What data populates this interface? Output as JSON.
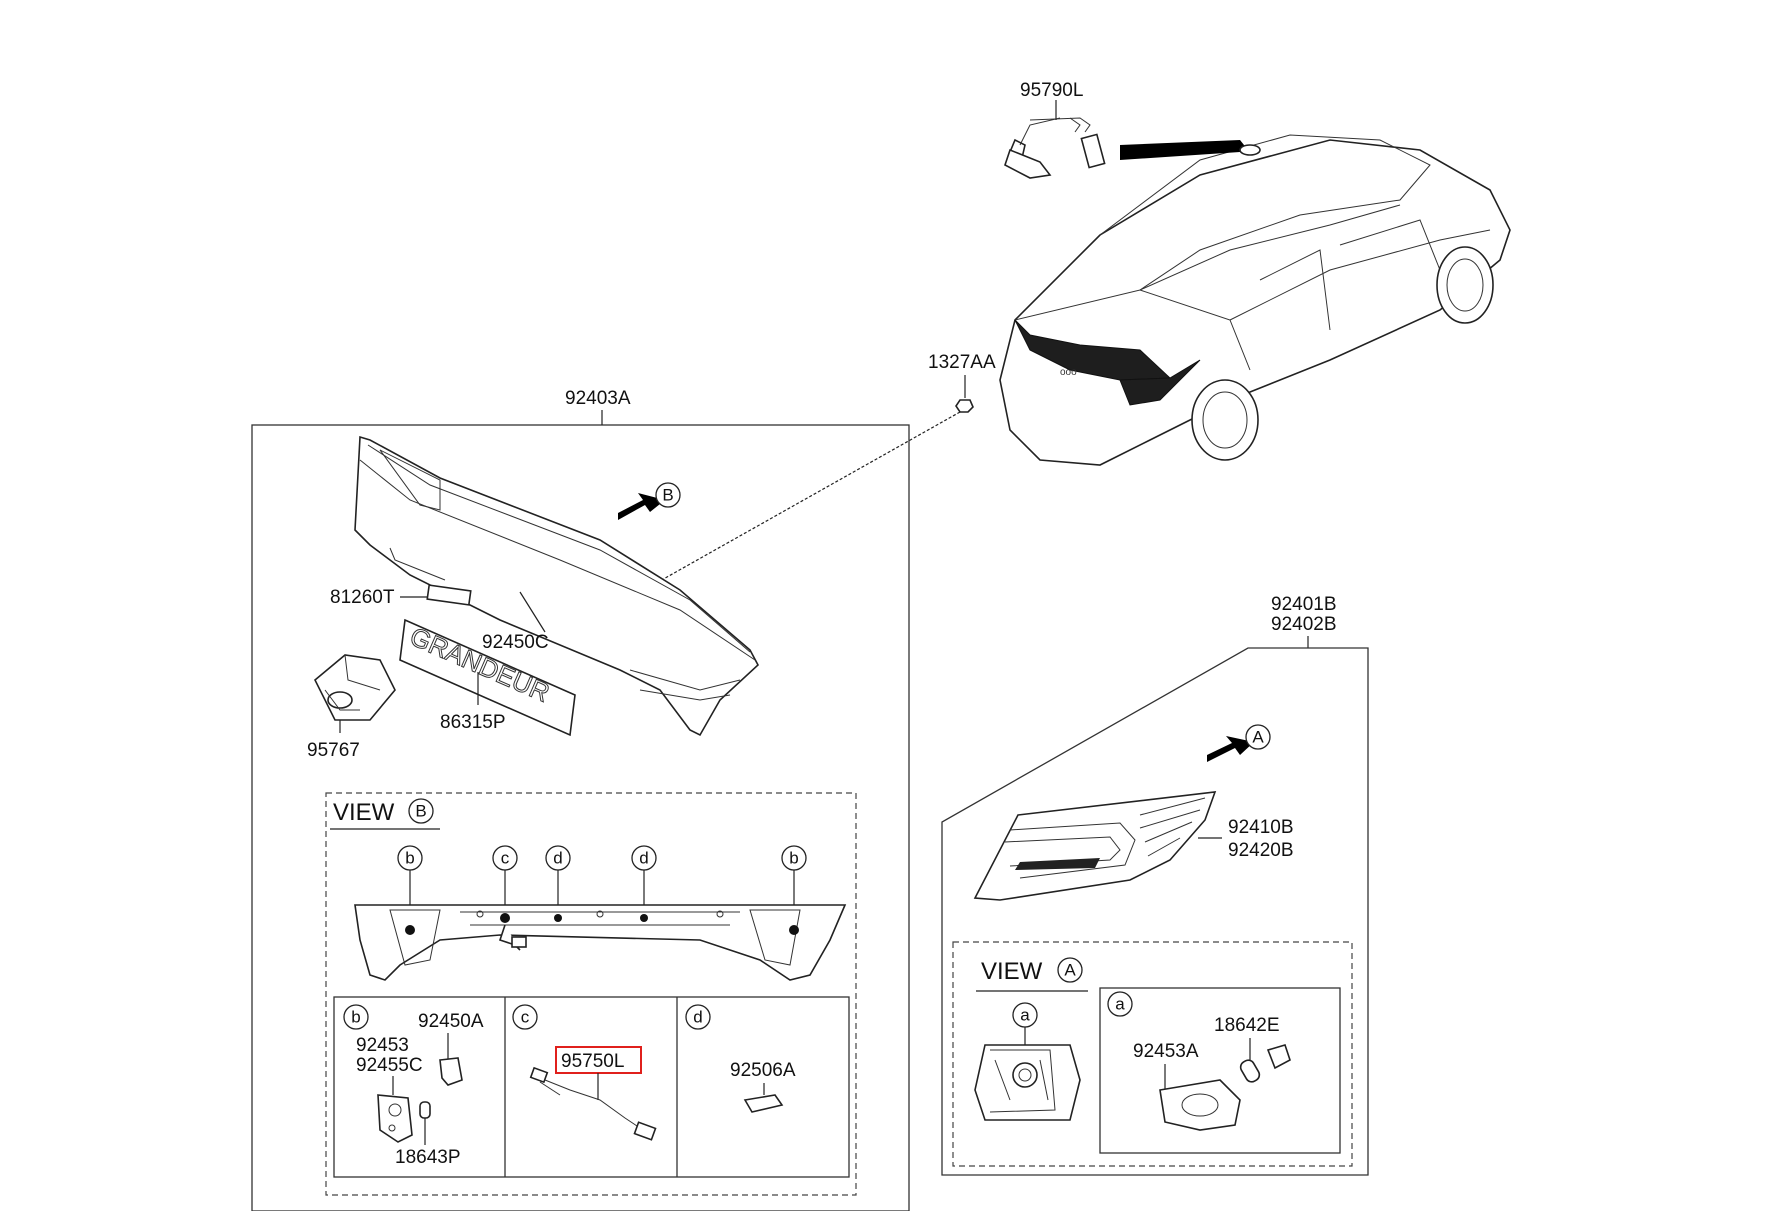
{
  "labels": {
    "p95790L": "95790L",
    "p1327AA": "1327AA",
    "p92403A": "92403A",
    "p81260T": "81260T",
    "p92450C": "92450C",
    "p86315P": "86315P",
    "p95767": "95767",
    "p92401B": "92401B",
    "p92402B": "92402B",
    "p92410B": "92410B",
    "p92420B": "92420B",
    "p92450A": "92450A",
    "p92453": "92453",
    "p92455C": "92455C",
    "p18643P": "18643P",
    "p95750L": "95750L",
    "p92506A": "92506A",
    "p92453A": "92453A",
    "p18642E": "18642E"
  },
  "views": {
    "view_word": "VIEW",
    "view_b_letter": "B",
    "view_a_letter": "A"
  },
  "callouts": {
    "a": "a",
    "b": "b",
    "c": "c",
    "d": "d",
    "A": "A",
    "B": "B"
  },
  "emblem_text": "GRANDEUR",
  "trunk_badge": "ooo",
  "highlight_color": "#e0201c"
}
